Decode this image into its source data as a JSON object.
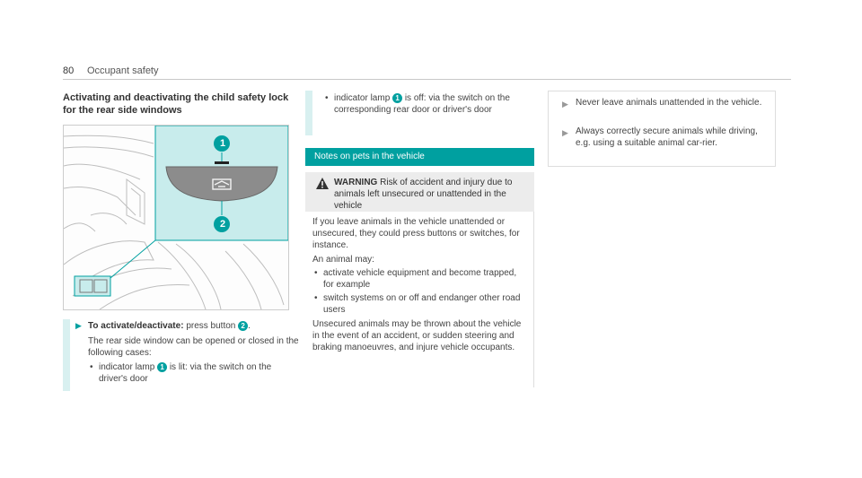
{
  "header": {
    "page_number": "80",
    "section": "Occupant safety"
  },
  "section_title": {
    "line1": "Activating and deactivating the child safety lock",
    "line2": "for the rear side windows"
  },
  "figure": {
    "callout_1": "1",
    "callout_2": "2"
  },
  "instruction": {
    "step_label": "To activate/deactivate:",
    "step_text": "press button",
    "step_badge": "2",
    "para": "The rear side window can be opened or closed in the following cases:",
    "bullet1_pre": "indicator lamp",
    "bullet1_badge": "1",
    "bullet1_post": "is lit: via the switch on the driver's door"
  },
  "col2_top": {
    "bullet_pre": "indicator lamp",
    "bullet_badge": "1",
    "bullet_post": "is off: via the switch on the corresponding rear door or driver's door"
  },
  "pets": {
    "heading": "Notes on pets in the vehicle",
    "warning_label": "WARNING",
    "warning_text": "Risk of accident and injury due to animals left unsecured or unattended in the vehicle",
    "para1": "If you leave animals in the vehicle unattended or unsecured, they could press buttons or switches, for instance.",
    "para2": "An animal may:",
    "bullets": [
      "activate vehicle equipment and become trapped, for example",
      "switch systems on or off and endanger other road users"
    ],
    "para3": "Unsecured animals may be thrown about the vehicle in the event of an accident, or sudden steering and braking manoeuvres, and injure vehicle occupants."
  },
  "right_box": {
    "items": [
      "Never leave animals unattended in the vehicle.",
      "Always correctly secure animals while driving, e.g. using a suitable animal car-rier."
    ]
  },
  "colors": {
    "accent": "#00a0a0",
    "accent_light": "#d8f0f0",
    "figure_highlight": "#c8ecec"
  }
}
